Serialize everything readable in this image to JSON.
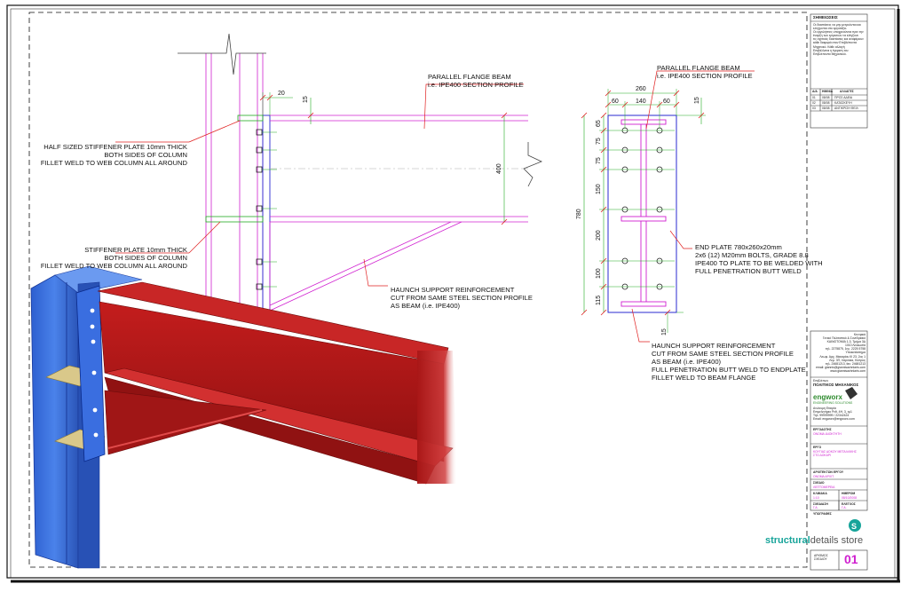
{
  "titleblock": {
    "notes_heading": "ΣΗΜΕΙΩΣΕΙΣ",
    "notes_body": [
      "Οι διαστάσεις να μην μετρούνται και",
      "ελέγχονται στο εργοτάξιο.",
      "Οι εργολήπτες υποχρεούνται πριν την",
      "έναρξη των εργασιών να ελέγξουν",
      "τις σχετικές διαστάσεις και αναφέρουν",
      "κάθε διαφορά στον Επιβλέποντα",
      "Μηχανικό. Κάθε αλλαγή",
      "Επιβάλλεται η έγκριση του",
      "Επιβλέποντα Μηχανικού."
    ],
    "revisions_headers": [
      "Α/Α",
      "ΗΜ/ΝΙΑ",
      "ΑΛΛΑΓΕΣ"
    ],
    "revisions": [
      {
        "n": "01",
        "date": "08/08",
        "desc": "ΠΡΟΣ ΑΔΕΙΑ"
      },
      {
        "n": "02",
        "date": "08/08",
        "desc": "ΚΑΤΑΣΚΕΥΗ"
      },
      {
        "n": "03",
        "date": "08/08",
        "desc": "ΑΝΤΙΚΡΙΣΗ ΦΕΙΛ"
      }
    ],
    "office_info": [
      "Κεντρικά",
      "Γενικό Πολιτιστικό & Συνεδριακό",
      "ΚΑΙΝΟΤΟΜΙΑ 1-3, Τμήμα 3Δ",
      "1010 Λευκωσία",
      "τηλ. 2275875, 1ης. 2225 5758",
      "Υποκατάστημα",
      "Λεωφ. Αρχ. Μακαρίου ΙΙΙ 23, 2ος 1",
      "Λεμ. 3Π, Λάρνακα, Κύπρος",
      "τηλ. 24681213, fax. 24681213",
      "email: giannis@giannisachnlaris.com",
      "www.giannisachnlaris.com"
    ],
    "engineer_label": "Επιβλέπων",
    "engineer_title": "ΠΟΛΙΤΙΚΟΣ ΜΗΧΑΝΙΚΟΣ",
    "logo_text": "engworx",
    "logo_sub": "ENGINEERING SOLUTIONS",
    "engineer_info": [
      "Ανώνυμη Εταιρία",
      "Επιμελητήριο Ρεθ, 4Η, 3_τμ1",
      "Τηλ. 99999999 / 22342424",
      "Email: engworx@engworx.com"
    ],
    "client_label": "ΕΡΓΟΔΟΤΗΣ",
    "client_value": "ΟΝΟΜΑ ΙΔΙΟΚΤΗΤΗ",
    "project_label": "ΕΡΓΟ",
    "project_value": [
      "ΚΟΥΓΙΑΣ ΔΟΚΟΥ ΜΕΤΑΛΛΙΚΗΣ",
      "ΣΤΟ ΔΟΚΑΡΙ"
    ],
    "architect_label": "ΑΡΧΙΤΕΚΤΩΝ ΕΡΓΟΥ",
    "architect_value": "ΟΝΟΜΑ ΑΡΧΙΤ.",
    "drawing_label": "ΣΧΕΔΙΟ",
    "drawing_value": "ΛΕΠΤΟΜΕΡΕΙΑ",
    "scale_label": "ΚΛΙΜΑΚΑ",
    "scale_value": "1:10",
    "date_label": "ΗΜΕΡΟΜ",
    "date_value": "08/10/2008",
    "drawn_label": "ΣΧΕΔΙΑΣΗ",
    "drawn_value": "Γ.Α.",
    "checked_label": "ΕΛΕΓΧΟΣ",
    "checked_value": "Γ.Α.",
    "signatures_label": "ΥΠΟΓΡΑΦΕΣ",
    "brand_bold": "structural",
    "brand_rest": "details store",
    "sheet_no_label": [
      "ΑΡΙΘΜΟΣ",
      "ΣΧΕΔΙΟΥ"
    ],
    "sheet_no": "01"
  },
  "elevation": {
    "dim_20": "20",
    "dim_15": "15",
    "dim_400": "400",
    "beam_label": [
      "PARALLEL FLANGE BEAM",
      "i.e. IPE400 SECTION PROFILE"
    ],
    "half_stiffener": [
      "HALF SIZED STIFFENER PLATE 10mm THICK",
      "BOTH SIDES OF COLUMN",
      "FILLET WELD TO WEB COLUMN ALL AROUND"
    ],
    "stiffener": [
      "STIFFENER PLATE 10mm THICK",
      "BOTH SIDES OF COLUMN",
      "FILLET WELD TO WEB COLUMN ALL AROUND"
    ],
    "haunch": [
      "HAUNCH SUPPORT REINFORCEMENT",
      "CUT FROM SAME STEEL SECTION PROFILE",
      "AS BEAM (i.e. IPE400)"
    ]
  },
  "endplate": {
    "beam_label": [
      "PARALLEL FLANGE BEAM",
      "i.e. IPE400 SECTION PROFILE"
    ],
    "dim_260": "260",
    "dim_60a": "60",
    "dim_140": "140",
    "dim_60b": "60",
    "dim_15_top": "15",
    "dim_780": "780",
    "vertical_dims": [
      "65",
      "75",
      "75",
      "150",
      "200",
      "100",
      "115"
    ],
    "dim_15_bottom": "15",
    "plate_note": [
      "END PLATE 780x260x20mm",
      "2x6 (12) M20mm BOLTS, GRADE 8.8",
      "IPE400 TO PLATE TO BE WELDED WITH",
      "FULL PENETRATION BUTT WELD"
    ],
    "haunch_note": [
      "HAUNCH SUPPORT REINFORCEMENT",
      "CUT FROM SAME STEEL SECTION PROFILE",
      "AS BEAM (i.e. IPE400)",
      "FULL PENETRATION BUTT WELD TO ENDPLATE",
      "FILLET WELD TO BEAM FLANGE"
    ]
  },
  "colors": {
    "column_blue": "#3b6fd8",
    "beam_red": "#b01818",
    "stiffener_tan": "#d9c88a",
    "magenta": "#d020d0",
    "green": "#22aa22",
    "leader_red": "#e02020",
    "brand_teal": "#17a49a",
    "brand_pink": "#d020d0"
  }
}
